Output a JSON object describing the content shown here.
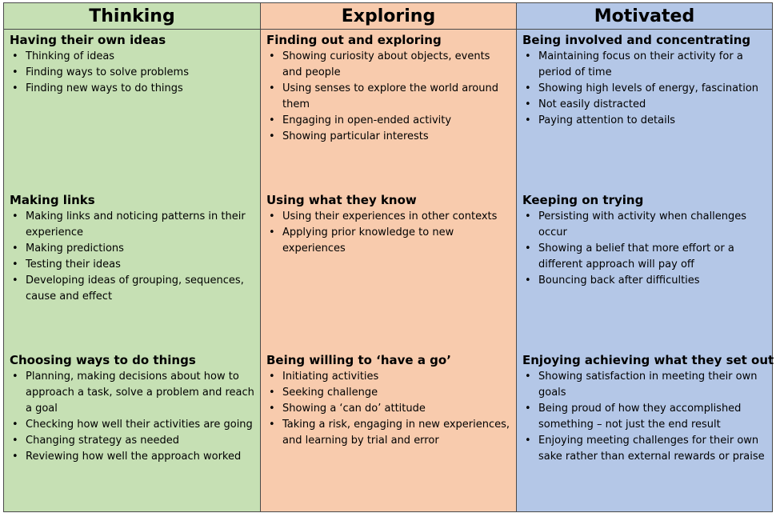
{
  "columns": [
    {
      "heading": "Thinking",
      "sections": [
        {
          "title": "Having their own ideas",
          "items": [
            "Thinking of ideas",
            "Finding ways to solve problems",
            "Finding new ways to do things"
          ]
        },
        {
          "title": "Making links",
          "items": [
            "Making links and noticing patterns in their experience",
            "Making predictions",
            "Testing their ideas",
            "Developing ideas of grouping, sequences, cause and effect"
          ]
        },
        {
          "title": "Choosing ways to do things",
          "items": [
            "Planning, making decisions about how to approach a task, solve a problem and reach a goal",
            "Checking how well their activities are going",
            "Changing strategy as needed",
            "Reviewing how well the approach worked"
          ]
        }
      ]
    },
    {
      "heading": "Exploring",
      "sections": [
        {
          "title": "Finding out and exploring",
          "items": [
            "Showing curiosity about objects, events and people",
            "Using senses to explore the world around them",
            "Engaging in open-ended activity",
            "Showing particular interests"
          ]
        },
        {
          "title": "Using what they know",
          "items": [
            "Using their experiences in other contexts",
            "Applying prior knowledge to new experiences"
          ]
        },
        {
          "title": "Being willing to ‘have a go’",
          "items": [
            "Initiating activities",
            "Seeking challenge",
            "Showing a ‘can do’ attitude",
            "Taking a risk, engaging in new experiences, and learning by trial and error"
          ]
        }
      ]
    },
    {
      "heading": "Motivated",
      "sections": [
        {
          "title": "Being involved and concentrating",
          "items": [
            "Maintaining focus on their activity for a period of time",
            "Showing high levels of energy, fascination",
            "Not easily distracted",
            "Paying attention to details"
          ]
        },
        {
          "title": "Keeping on trying",
          "items": [
            "Persisting with activity when challenges occur",
            "Showing a belief that more effort or a different approach will pay off",
            "Bouncing back after difficulties"
          ]
        },
        {
          "title": "Enjoying achieving what they set out to do",
          "items": [
            "Showing satisfaction in meeting their own goals",
            "Being proud of how they accomplished something – not just the end result",
            "Enjoying meeting challenges for their own sake rather than external rewards or praise"
          ]
        }
      ]
    }
  ]
}
